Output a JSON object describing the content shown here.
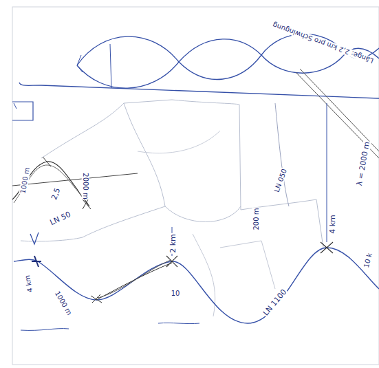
{
  "diagram": {
    "labels": [
      "Länge: 2,2 km pro Schwingung",
      "λ = 2000 m",
      "10 k",
      "1000 m",
      "2,5",
      "2000 m",
      "LN 50",
      "LN 050",
      "200 m",
      "4 km",
      "4 km",
      "1000 m",
      "2 km",
      "10",
      "LN 1100"
    ]
  }
}
